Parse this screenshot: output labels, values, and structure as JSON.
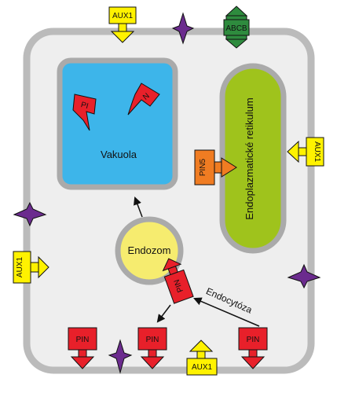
{
  "labels": {
    "vacuole": "Vakuola",
    "endosome": "Endozom",
    "er": "Endoplazmatické retikulum",
    "endocytosis": "Endocytóza"
  },
  "transporters": {
    "aux1": "AUX1",
    "abcb": "ABCB",
    "pin": "PIN",
    "pin5": "PIN5",
    "pi": "PI",
    "n": "N"
  },
  "colors": {
    "cell_fill": "#eeeeee",
    "cell_wall": "#bbbbbb",
    "vacuole": "#3db5ea",
    "er": "#9fc31c",
    "endosome": "#f6ec6f",
    "pin": "#e8202a",
    "aux1": "#fff200",
    "abcb": "#2e8b3e",
    "pin5": "#f07c22",
    "unknown_transporter": "#6b2b8e"
  }
}
